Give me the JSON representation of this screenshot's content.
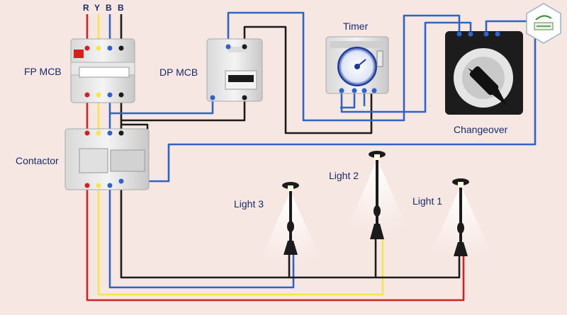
{
  "phases": [
    "R",
    "Y",
    "B",
    "B"
  ],
  "labels": {
    "fp_mcb": "FP MCB",
    "dp_mcb": "DP MCB",
    "timer": "Timer",
    "contactor": "Contactor",
    "changeover": "Changeover",
    "light1": "Light 1",
    "light2": "Light 2",
    "light3": "Light 3"
  },
  "wire_colors": {
    "red": "#d62020",
    "yellow": "#f7e54a",
    "blue": "#2f63c9",
    "black": "#1b1b1b"
  },
  "icons": {
    "logo": "company-logo-icon",
    "lamp": "street-lamp-icon"
  }
}
